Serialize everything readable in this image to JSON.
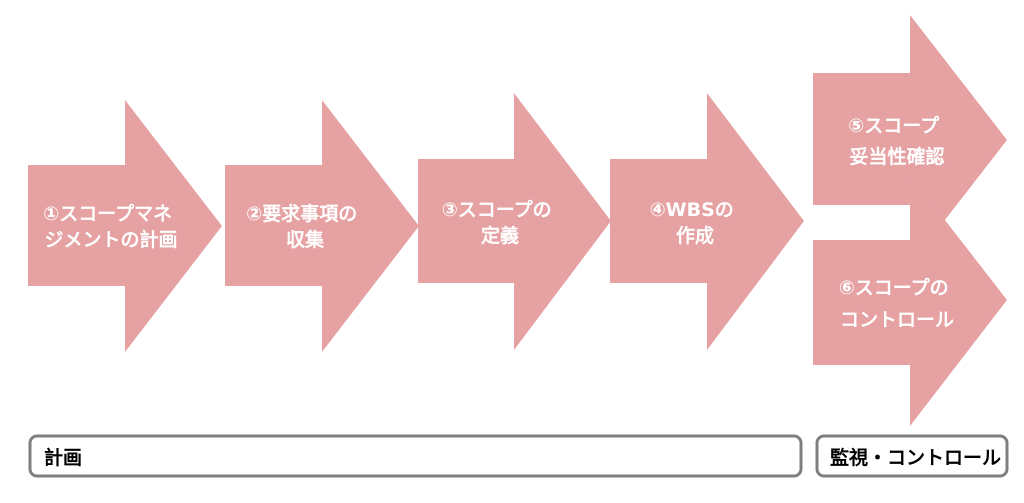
{
  "accent_color": "#e6a1a3",
  "steps": [
    {
      "lines": [
        "①スコープマネ",
        "ジメントの計画"
      ]
    },
    {
      "lines": [
        "②要求事項の",
        "収集"
      ]
    },
    {
      "lines": [
        "③スコープの",
        "定義"
      ]
    },
    {
      "lines": [
        "④WBSの",
        "作成"
      ]
    },
    {
      "lines": [
        "⑤スコープ",
        "妥当性確認"
      ]
    },
    {
      "lines": [
        "⑥スコープの",
        "コントロール"
      ]
    }
  ],
  "phases": {
    "planning": {
      "label": "計画"
    },
    "monitoring": {
      "label": "監視・コントロール"
    }
  }
}
